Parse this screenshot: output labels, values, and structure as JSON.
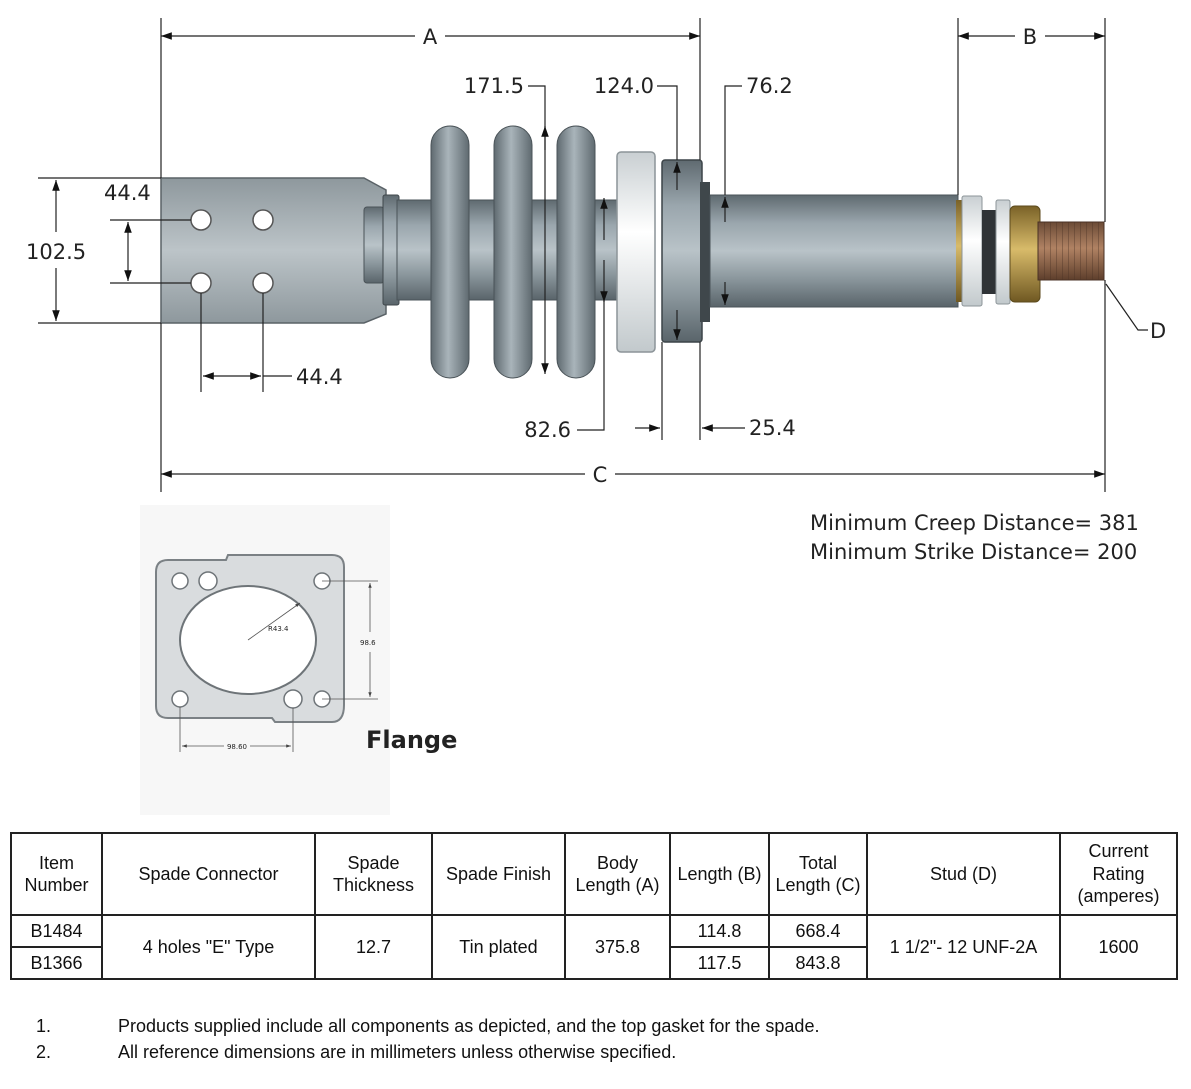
{
  "dimensions": {
    "a": "A",
    "b": "B",
    "c": "C",
    "d": "D",
    "shed_diameter": "171.5",
    "flange_width": "124.0",
    "body_diameter": "76.2",
    "spade_hole_vertical": "44.4",
    "spade_width": "102.5",
    "spade_hole_horizontal": "44.4",
    "neck_diameter": "82.6",
    "flange_thickness": "25.4"
  },
  "distances": {
    "creep": "Minimum Creep Distance= 381",
    "strike": "Minimum Strike Distance= 200"
  },
  "flange": {
    "label": "Flange",
    "dim_radius": "R43.4",
    "dim_height": "98.6",
    "dim_width": "98.60"
  },
  "table": {
    "headers": {
      "item": "Item Number",
      "spade_connector": "Spade Connector",
      "spade_thickness": "Spade Thickness",
      "spade_finish": "Spade Finish",
      "body_length": "Body Length (A)",
      "length_b": "Length (B)",
      "total_length": "Total Length (C)",
      "stud": "Stud (D)",
      "current": "Current Rating (amperes)"
    },
    "rows": [
      {
        "item": "B1484",
        "length_b": "114.8",
        "total_length": "668.4"
      },
      {
        "item": "B1366",
        "length_b": "117.5",
        "total_length": "843.8"
      }
    ],
    "shared": {
      "spade_connector": "4 holes \"E\" Type",
      "spade_thickness": "12.7",
      "spade_finish": "Tin plated",
      "body_length": "375.8",
      "stud": "1 1/2\"- 12 UNF-2A",
      "current": "1600"
    }
  },
  "notes": [
    {
      "num": "1.",
      "text": "Products supplied include all components as depicted, and the top gasket for the spade."
    },
    {
      "num": "2.",
      "text": "All reference dimensions are in millimeters unless otherwise specified."
    }
  ]
}
